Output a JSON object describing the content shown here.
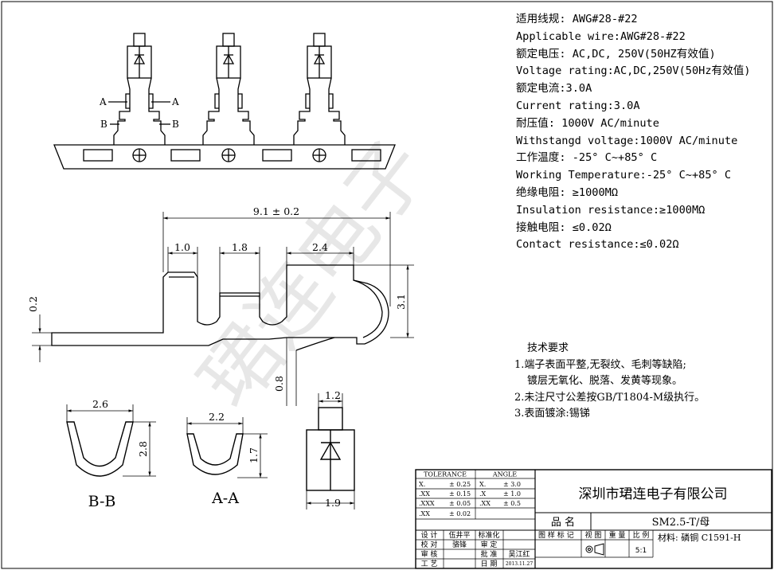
{
  "specs": [
    "适用线规: AWG#28-#22",
    "Applicable wire:AWG#28-#22",
    "额定电压: AC,DC, 250V(50HZ有效值)",
    "Voltage rating:AC,DC,250V(50Hz有效值)",
    "额定电流:3.0A",
    "Current rating:3.0A",
    "耐压值: 1000V AC/minute",
    "Withstangd voltage:1000V AC/minute",
    "工作温度: -25° C~+85° C",
    "Working Temperature:-25° C~+85° C",
    "绝缘电阻: ≥1000MΩ",
    "Insulation resistance:≥1000MΩ",
    "接触电阻: ≤0.02Ω",
    "Contact resistance:≤0.02Ω"
  ],
  "tech": {
    "title": "技术要求",
    "line1": "1.端子表面平整,无裂纹、毛刺等缺陷;",
    "line1b": "镀层无氧化、脱落、发黄等现象。",
    "line2": "2.未注尺寸公差按GB/T1804-M级执行。",
    "line3": "3.表面镀涂:锡锑"
  },
  "dims": {
    "total": "9.1 ± 0.2",
    "d10": "1.0",
    "d18": "1.8",
    "d24": "2.4",
    "d02": "0.2",
    "d31": "3.1",
    "d08": "0.8",
    "d12": "1.2",
    "d19": "1.9",
    "d26": "2.6",
    "d28": "2.8",
    "d22": "2.2",
    "d17": "1.7"
  },
  "labels": {
    "a": "A",
    "b": "B",
    "bb": "B-B",
    "aa": "A-A"
  },
  "titleblock": {
    "tolerance": "TOLERANCE",
    "angle": "ANGLE",
    "tol_rows": [
      [
        "X.",
        "± 0.25",
        "X.",
        "± 3.0"
      ],
      [
        ".XX",
        "± 0.15",
        ".X",
        "± 1.0"
      ],
      [
        ".XXX",
        "± 0.05",
        ".XX",
        "± 0.5"
      ],
      [
        ".XX",
        "± 0.02",
        "",
        ""
      ]
    ],
    "company": "深圳市珺连电子有限公司",
    "name_label": "品 名",
    "part": "SM2.5-T/母",
    "design": "设 计",
    "designer": "伍井平",
    "standard": "标准化",
    "check": "校 对",
    "checker": "骆锋",
    "review": "审 定",
    "audit": "审 核",
    "approve": "批 准",
    "approver": "吴江红",
    "process": "工 艺",
    "date": "日 期",
    "date_val": "2013.11.27",
    "mark": "图 样 标 记",
    "view": "视 图",
    "weight": "重 量",
    "scale_label": "比 例",
    "scale": "5:1",
    "material": "材料: 磷铜 C1591-H"
  },
  "watermark": "珺连电子"
}
